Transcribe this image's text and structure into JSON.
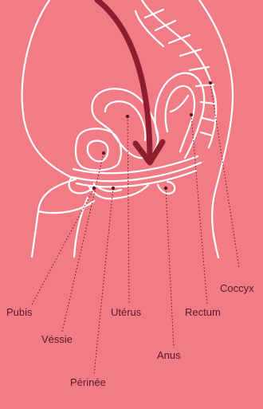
{
  "diagram": {
    "colors": {
      "background": "#F27C85",
      "outline": "#ffffff",
      "arrow": "#8E1D30",
      "label_text": "#5a1824"
    },
    "labels": {
      "pubis": "Pubis",
      "vessie": "Véssie",
      "perinee": "Périnée",
      "uterus": "Utérus",
      "anus": "Anus",
      "rectum": "Rectum",
      "coccyx": "Coccyx"
    }
  }
}
